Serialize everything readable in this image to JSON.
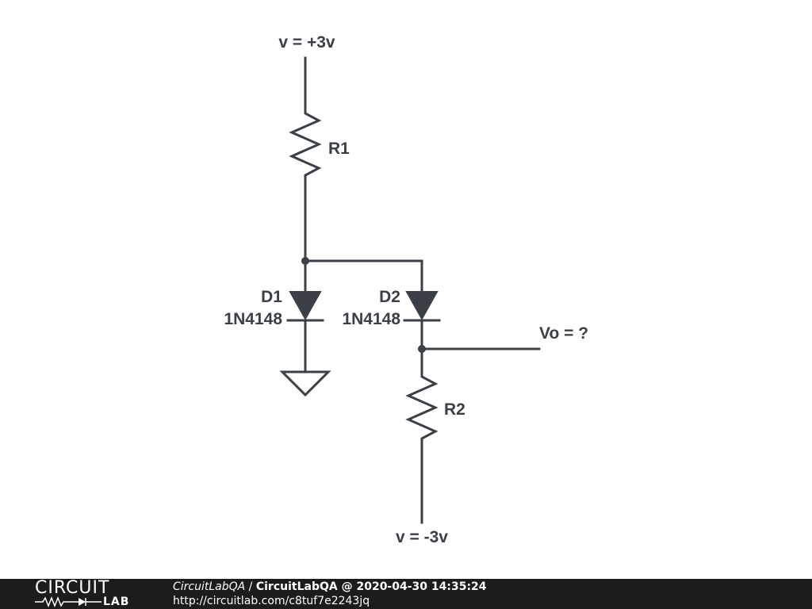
{
  "schematic": {
    "top_supply_label": "v = +3v",
    "bottom_supply_label": "v = -3v",
    "r1_label": "R1",
    "r2_label": "R2",
    "d1_label": "D1",
    "d1_part": "1N4148",
    "d2_label": "D2",
    "d2_part": "1N4148",
    "output_label": "Vo = ?"
  },
  "footer": {
    "logo_top": "CIRCUIT",
    "logo_bottom": "LAB",
    "user": "CircuitLabQA",
    "separator": " / ",
    "title": "CircuitLabQA @ 2020-04-30 14:35:24",
    "url": "http://circuitlab.com/c8tuf7e2243jq"
  },
  "colors": {
    "wire": "#3a4046",
    "background": "#ffffff",
    "footer_background": "#1c1c1c",
    "footer_text": "#ffffff"
  }
}
